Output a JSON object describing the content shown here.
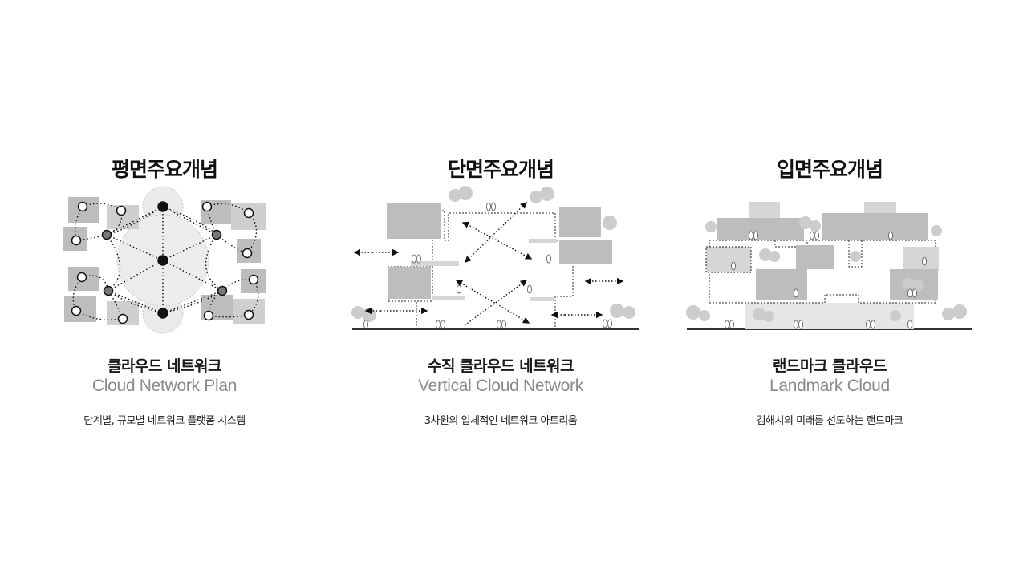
{
  "columns": [
    {
      "title": "평면주요개념",
      "subtitle_ko": "클라우드 네트워크",
      "subtitle_en": "Cloud Network Plan",
      "description": "단계별, 규모별 네트워크 플랫폼 시스템"
    },
    {
      "title": "단면주요개념",
      "subtitle_ko": "수직 클라우드 네트워크",
      "subtitle_en": "Vertical Cloud Network",
      "description": "3차원의 입체적인 네트워크 아트리움"
    },
    {
      "title": "입면주요개념",
      "subtitle_ko": "랜드마크 클라우드",
      "subtitle_en": "Landmark Cloud",
      "description": "김해시의 미래를 선도하는 랜드마크"
    }
  ],
  "colors": {
    "title": "#111111",
    "subtitle_en": "#8a8a8a",
    "block_dark": "#bdbdbd",
    "block_light": "#dcdcdc",
    "hub_fill": "#e6e6e6"
  }
}
